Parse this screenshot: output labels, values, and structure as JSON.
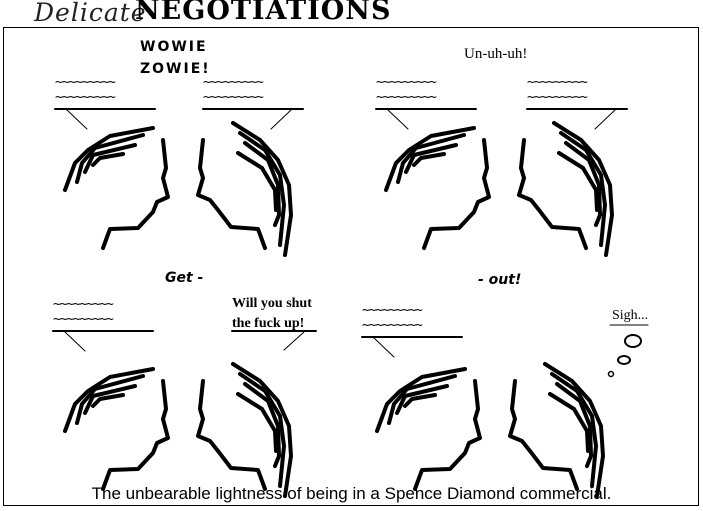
{
  "title": {
    "prefix": "Delicate",
    "main": "NEGOTIATIONS"
  },
  "panels": [
    {
      "caption_text": "WOWIE",
      "caption_text2": "ZOWIE!"
    },
    {
      "speech": "Un-uh-uh!"
    },
    {
      "caption_text": "Get -",
      "speech": "Will you shut",
      "speech2": "the fuck up!"
    },
    {
      "caption_text": "- out!",
      "thought": "Sigh..."
    }
  ],
  "bubble_squiggle": "~~~~~~~~~",
  "footer": {
    "caption": "The unbearable lightness of being in a Spence Diamond commercial."
  }
}
